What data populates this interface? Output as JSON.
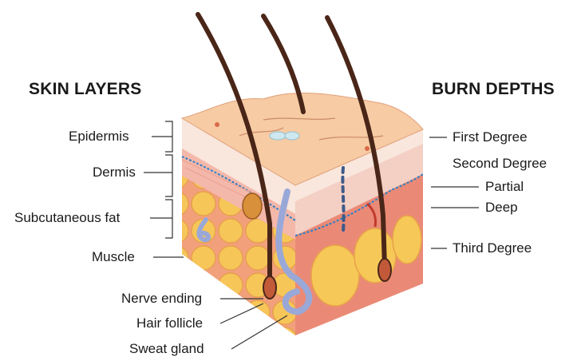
{
  "skin_layers": {
    "heading": "SKIN LAYERS",
    "labels": [
      "Epidermis",
      "Dermis",
      "Subcutaneous fat",
      "Muscle"
    ]
  },
  "burn_depths": {
    "heading": "BURN DEPTHS",
    "labels": [
      "First Degree",
      "Second Degree",
      "Partial",
      "Deep",
      "Third Degree"
    ]
  },
  "structures": {
    "labels": [
      "Nerve ending",
      "Hair follicle",
      "Sweat gland"
    ]
  },
  "colors": {
    "epidermis_top": "#f7cba4",
    "dermis": "#f8e2d6",
    "dermis_pink": "#f0b2a8",
    "subcutaneous": "#e8826c",
    "fat": "#f6c857",
    "hair": "#4a2618",
    "sweat_gland": "#9aa8d8",
    "line": "#333333"
  }
}
